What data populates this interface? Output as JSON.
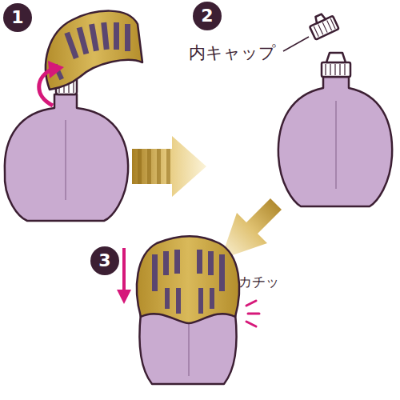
{
  "diagram": {
    "labels": [
      "1",
      "2",
      "内キャップ",
      "3",
      "カチッ"
    ]
  }
}
